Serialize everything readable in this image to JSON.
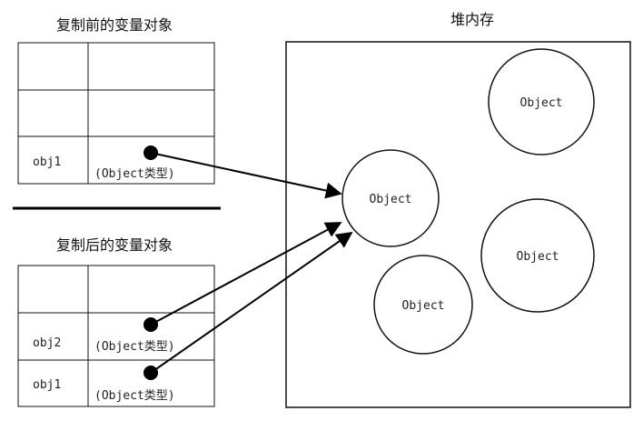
{
  "before": {
    "title": "复制前的变量对象",
    "rows": [
      {
        "name": "",
        "value": ""
      },
      {
        "name": "",
        "value": ""
      },
      {
        "name": "obj1",
        "value": "(Object类型)"
      }
    ]
  },
  "after": {
    "title": "复制后的变量对象",
    "rows": [
      {
        "name": "",
        "value": ""
      },
      {
        "name": "obj2",
        "value": "(Object类型)"
      },
      {
        "name": "obj1",
        "value": "(Object类型)"
      }
    ]
  },
  "heap": {
    "title": "堆内存",
    "objects": [
      "Object",
      "Object",
      "Object",
      "Object"
    ]
  }
}
